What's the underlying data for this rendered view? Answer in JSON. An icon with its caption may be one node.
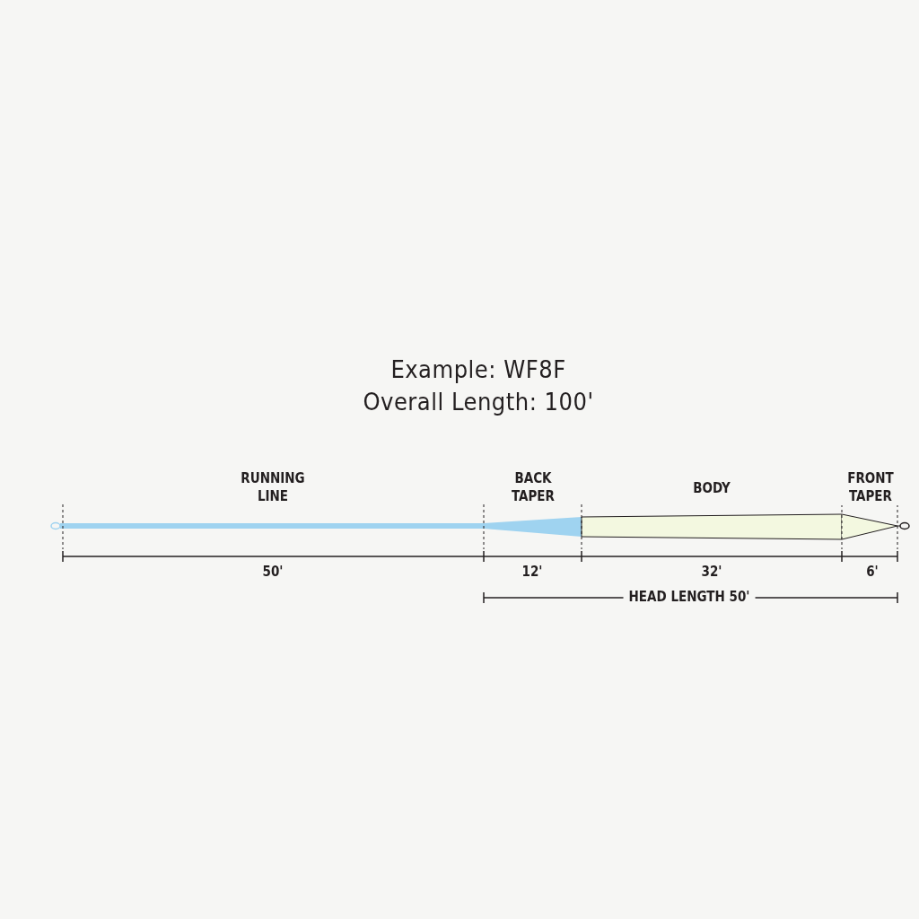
{
  "diagram": {
    "labels": [
      "Example: WF8F",
      "Overall Length: 100'",
      "RUNNING LINE",
      "BACK TAPER",
      "BODY",
      "FRONT TAPER",
      "50'",
      "12'",
      "32'",
      "6'",
      "HEAD LENGTH 50'"
    ]
  }
}
